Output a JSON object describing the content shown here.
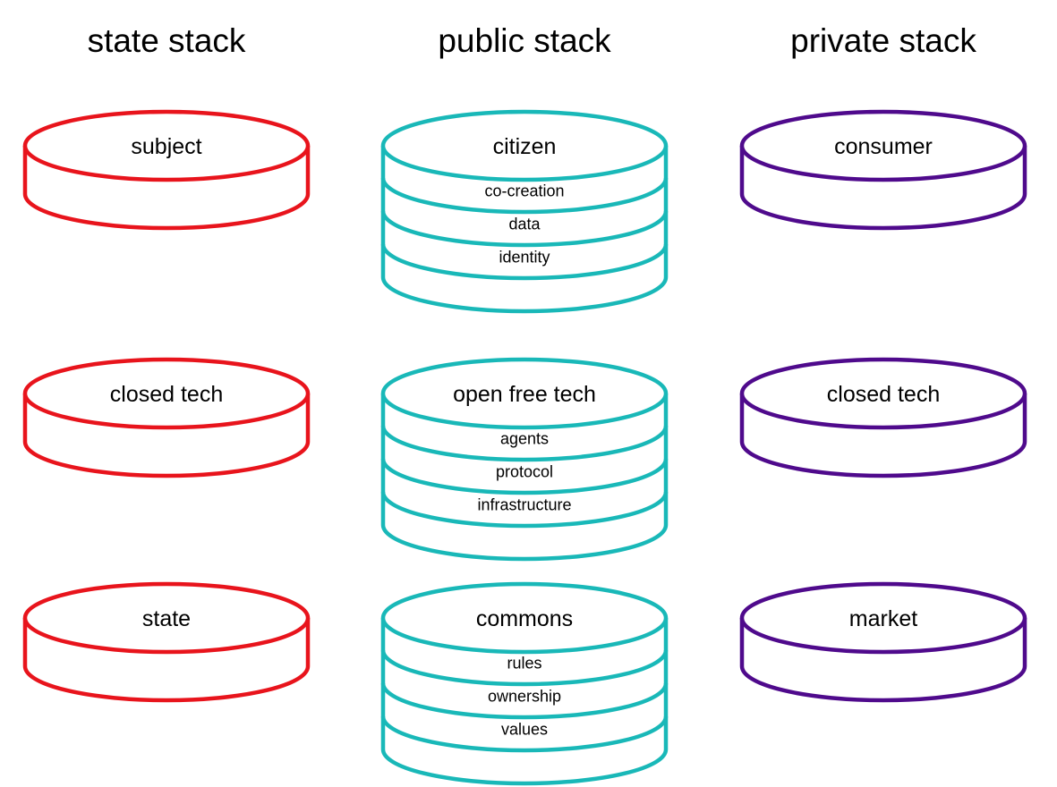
{
  "colors": {
    "state": "#e8141c",
    "public": "#19b8b8",
    "private": "#4f0a8c"
  },
  "columns": [
    {
      "key": "state",
      "title": "state stack",
      "stacks": [
        {
          "label": "subject",
          "layers": []
        },
        {
          "label": "closed tech",
          "layers": []
        },
        {
          "label": "state",
          "layers": []
        }
      ]
    },
    {
      "key": "public",
      "title": "public stack",
      "stacks": [
        {
          "label": "citizen",
          "layers": [
            "co-creation",
            "data",
            "identity"
          ]
        },
        {
          "label": "open free tech",
          "layers": [
            "agents",
            "protocol",
            "infrastructure"
          ]
        },
        {
          "label": "commons",
          "layers": [
            "rules",
            "ownership",
            "values"
          ]
        }
      ]
    },
    {
      "key": "private",
      "title": "private stack",
      "stacks": [
        {
          "label": "consumer",
          "layers": []
        },
        {
          "label": "closed tech",
          "layers": []
        },
        {
          "label": "market",
          "layers": []
        }
      ]
    }
  ]
}
